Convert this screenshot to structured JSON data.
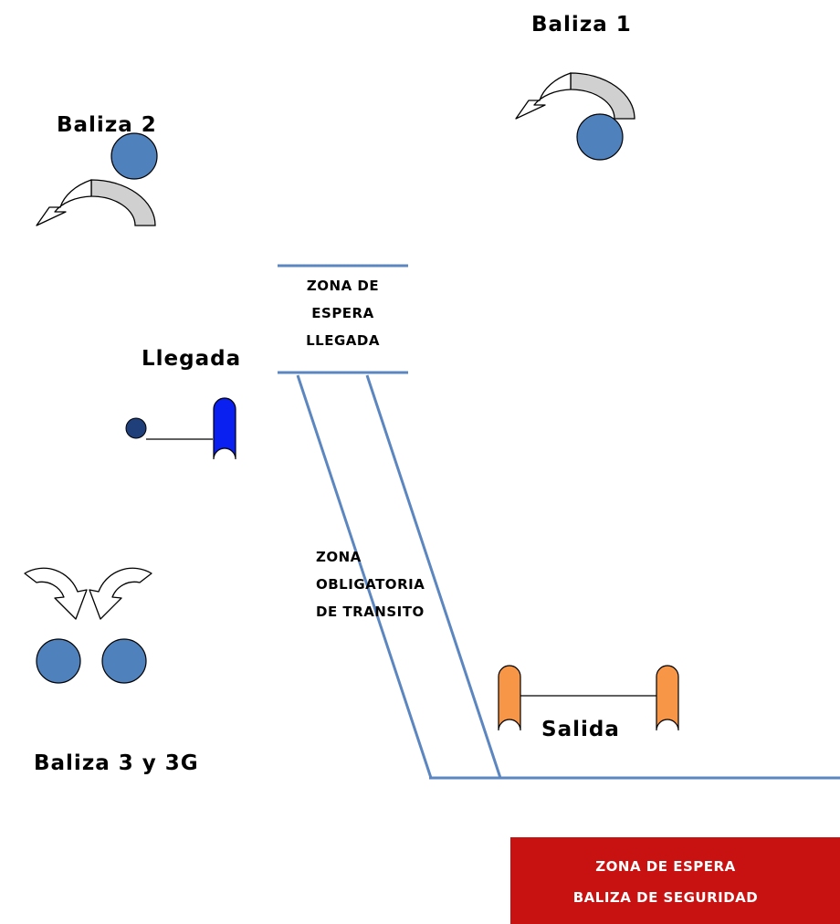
{
  "labels": {
    "baliza1": "Baliza 1",
    "baliza2": "Baliza 2",
    "baliza3": "Baliza 3 y 3G",
    "llegada": "Llegada",
    "salida": "Salida",
    "zona_espera_llegada": [
      "ZONA DE",
      "ESPERA",
      "LLEGADA"
    ],
    "zona_transito": [
      "ZONA",
      "OBLIGATORIA",
      "DE TRANSITO"
    ],
    "zona_espera_seguridad": [
      "ZONA DE ESPERA",
      "BALIZA DE SEGURIDAD"
    ]
  },
  "colors": {
    "buoy": "#4f81bd",
    "buoy_outline": "#000000",
    "small_buoy": "#1f3f7a",
    "llegada_gate": "#0a20f0",
    "salida_gate": "#f79646",
    "lane_line": "#5b86c0",
    "arrow_fill": "#d0d0d0",
    "security_box": "#c81212",
    "security_text": "#ffffff"
  },
  "icons": {
    "baliza1_turn": "turn-arrow-left-icon",
    "baliza2_turn": "turn-arrow-left-icon",
    "baliza3_turns": "converging-arrows-icon"
  }
}
